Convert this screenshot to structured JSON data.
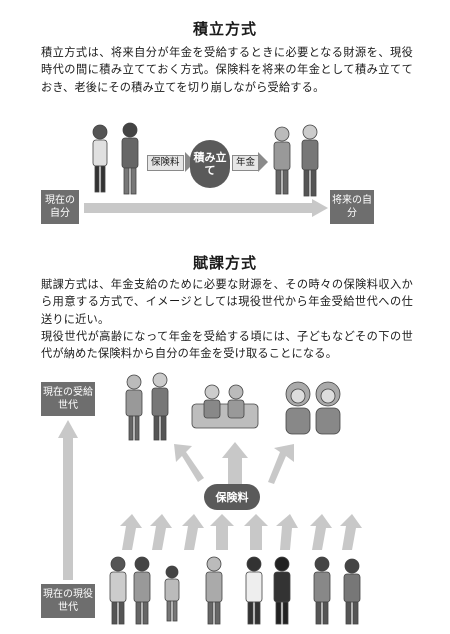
{
  "section1": {
    "title": "積立方式",
    "paragraph": "積立方式は、将来自分が年金を受給するときに必要となる財源を、現役時代の間に積み立てておく方式。保険料を将来の年金として積み立てておき、老後にその積み立てを切り崩しながら受給する。",
    "labels": {
      "premium": "保険料",
      "reserve": "積み立て",
      "pension": "年金",
      "current_self": "現在の自分",
      "future_self": "将来の自分"
    }
  },
  "section2": {
    "title": "賦課方式",
    "paragraph1": "賦課方式は、年金支給のために必要な財源を、その時々の保険料収入から用意する方式で、イメージとしては現役世代から年金受給世代への仕送りに近い。",
    "paragraph2": "現役世代が高齢になって年金を受給する頃には、子どもなどその下の世代が納めた保険料から自分の年金を受け取ることになる。",
    "labels": {
      "current_recipients": "現在の受給世代",
      "premium": "保険料",
      "current_workers": "現在の現役世代"
    }
  },
  "colors": {
    "dark_box": "#6e6e6e",
    "arrow_gray": "#c8c8c8",
    "circle": "#5a5a5a"
  }
}
